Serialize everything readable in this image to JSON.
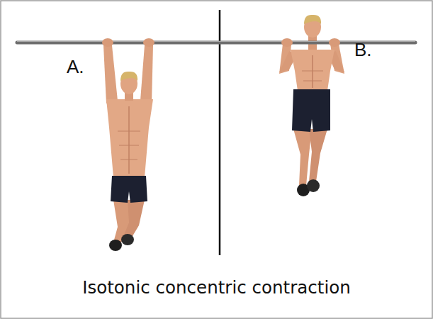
{
  "diagram": {
    "caption": "Isotonic concentric contraction",
    "labels": [
      "A.",
      "B."
    ]
  }
}
